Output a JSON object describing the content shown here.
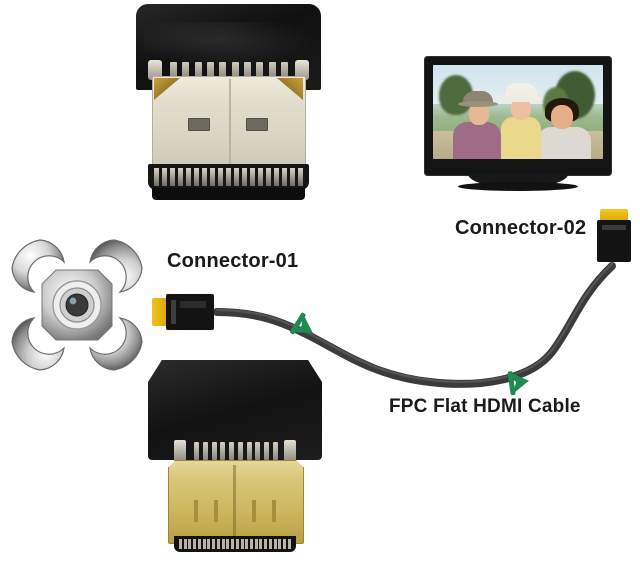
{
  "diagram": {
    "title": "FPC Flat HDMI Cable connection diagram",
    "background_color": "#ffffff",
    "labels": {
      "connector_01": "Connector-01",
      "connector_02": "Connector-02",
      "cable": "FPC Flat HDMI Cable"
    },
    "colors": {
      "cable": "#3b3b3b",
      "arrow_green": "#1f8a52",
      "plug_yellow": "#efbe18",
      "plug_black": "#131313",
      "gold_shell": "#d4c06a",
      "silver_shell": "#e2dccb",
      "text": "#1a1a1a"
    },
    "parts": [
      {
        "name": "hdmi-male-connector-top",
        "description": "Full-size HDMI male connector with silver shell and black housing",
        "shell": "silver"
      },
      {
        "name": "hdmi-male-connector-bottom",
        "description": "Full-size HDMI male connector with gold-plated shell and black housing",
        "shell": "gold"
      },
      {
        "name": "drone",
        "description": "Quadcopter drone viewed from top with four rotor arms and centre camera"
      },
      {
        "name": "television",
        "description": "Flat screen TV on stand showing a family photo"
      },
      {
        "name": "plug-connector-01",
        "description": "Slim black HDMI plug with yellow tip, horizontal, attached to drone side of cable"
      },
      {
        "name": "plug-connector-02",
        "description": "Slim black HDMI plug with yellow tip, vertical, attached to TV side of cable"
      }
    ],
    "flow_arrows": [
      {
        "name": "cable-direction-arrow-1",
        "position": "upper-left segment of cable"
      },
      {
        "name": "cable-direction-arrow-2",
        "position": "lower-right segment of cable"
      }
    ]
  }
}
